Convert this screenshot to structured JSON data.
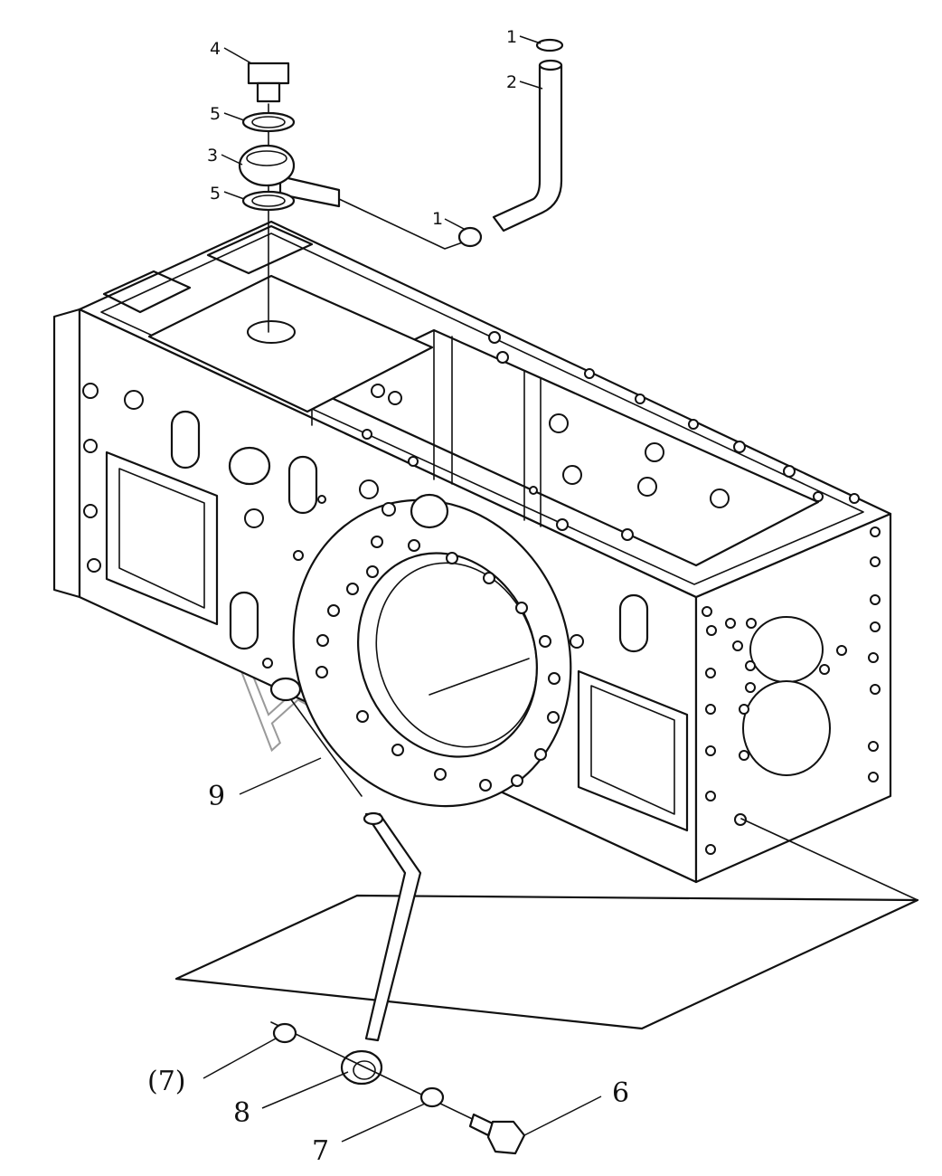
{
  "watermark": "AutoSoft",
  "callouts": [
    {
      "id": "c1a",
      "text": "1"
    },
    {
      "id": "c2",
      "text": "2"
    },
    {
      "id": "c4",
      "text": "4"
    },
    {
      "id": "c5a",
      "text": "5"
    },
    {
      "id": "c3",
      "text": "3"
    },
    {
      "id": "c5b",
      "text": "5"
    },
    {
      "id": "c1b",
      "text": "1"
    },
    {
      "id": "c9",
      "text": "9"
    },
    {
      "id": "c7p",
      "text": "(7)"
    },
    {
      "id": "c8",
      "text": "8"
    },
    {
      "id": "c7",
      "text": "7"
    },
    {
      "id": "c6",
      "text": "6"
    }
  ]
}
